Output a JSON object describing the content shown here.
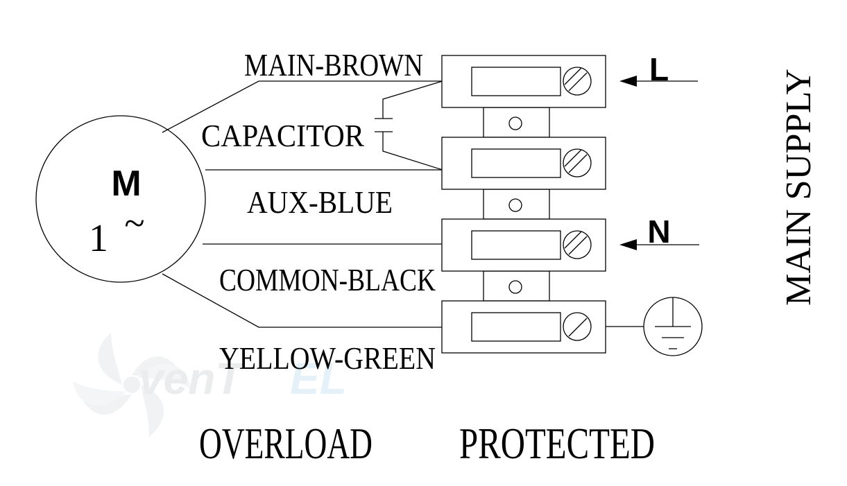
{
  "motor": {
    "symbol": "M",
    "phase": "1",
    "ac_symbol": "~"
  },
  "wires": {
    "main": "MAIN-BROWN",
    "capacitor": "CAPACITOR",
    "aux": "AUX-BLUE",
    "common": "COMMON-BLACK",
    "earth": "YELLOW-GREEN"
  },
  "supply": {
    "line": "L",
    "neutral": "N",
    "label": "MAIN SUPPLY"
  },
  "footer": {
    "word1": "OVERLOAD",
    "word2": "PROTECTED"
  },
  "watermark": {
    "part1": "venT",
    "part2": "EL",
    "color1": "#d9dde0",
    "color2": "#cfe6f4"
  }
}
